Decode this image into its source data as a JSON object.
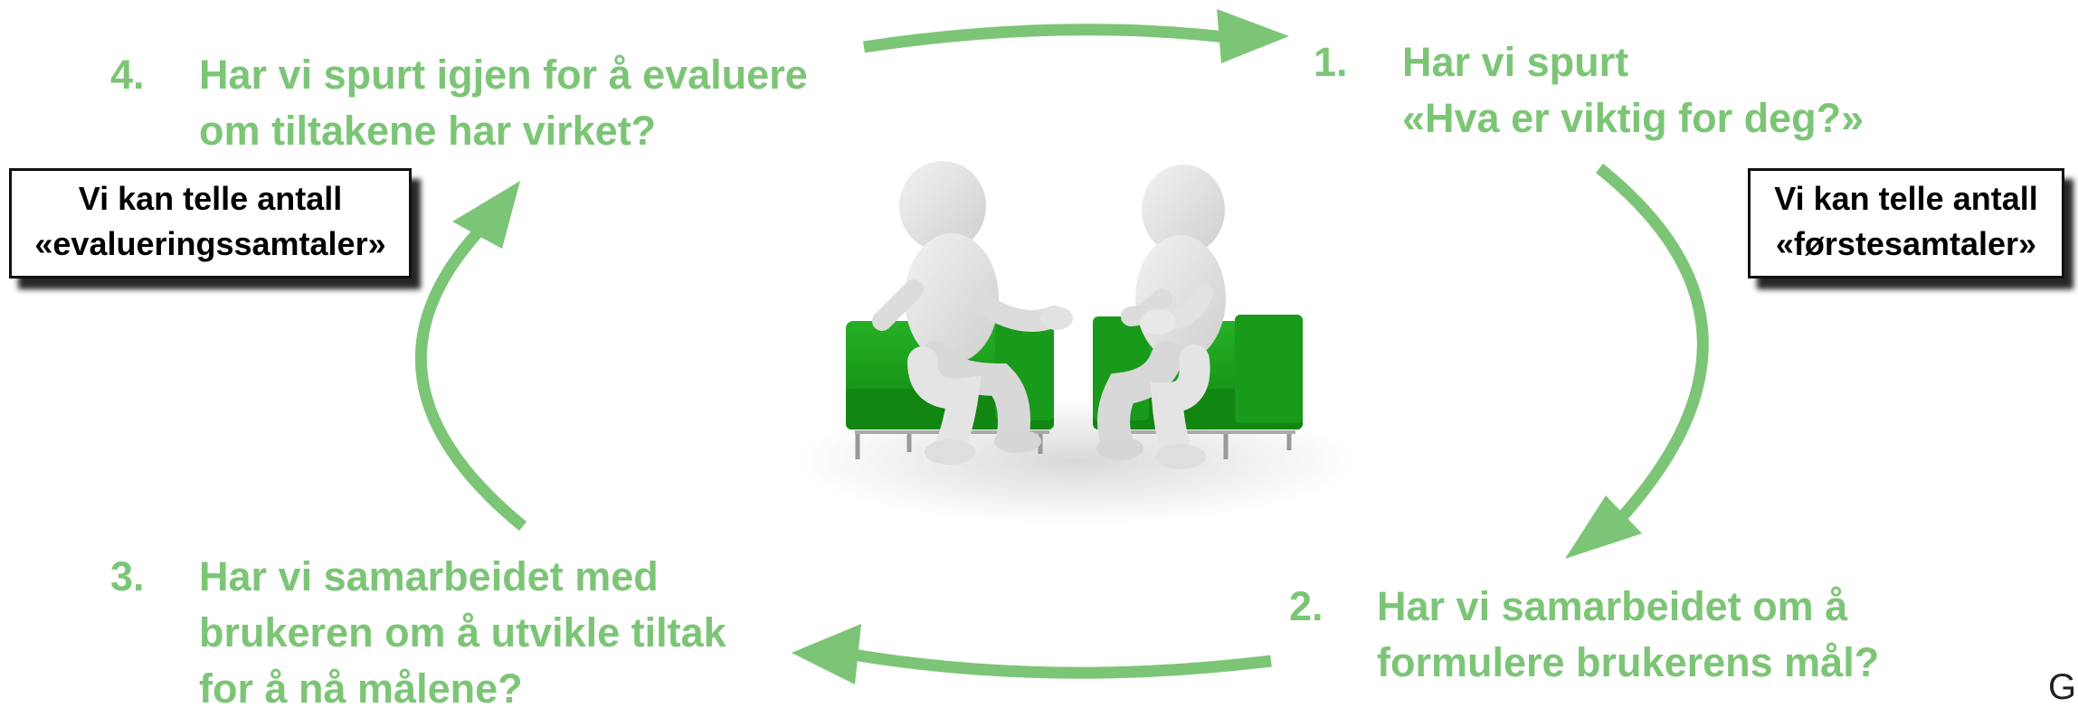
{
  "steps": [
    {
      "number": "1.",
      "lines": [
        "Har vi spurt",
        "«Hva er viktig for deg?»"
      ]
    },
    {
      "number": "2.",
      "lines": [
        "Har vi samarbeidet om å",
        "formulere brukerens mål?"
      ]
    },
    {
      "number": "3.",
      "lines": [
        "Har vi samarbeidet med",
        "brukeren om å utvikle tiltak",
        "for å nå målene?"
      ]
    },
    {
      "number": "4.",
      "lines": [
        "Har vi spurt igjen for å evaluere",
        "om tiltakene har virket?"
      ]
    }
  ],
  "notes": {
    "left": [
      "Vi kan telle antall",
      "«evalueringssamtaler»"
    ],
    "right": [
      "Vi kan telle antall",
      "«førstesamtaler»"
    ]
  },
  "corner_letter": "G",
  "colors": {
    "accent": "#7cc576",
    "chair": "#1fa01f",
    "figure": "#e6e6e6"
  }
}
